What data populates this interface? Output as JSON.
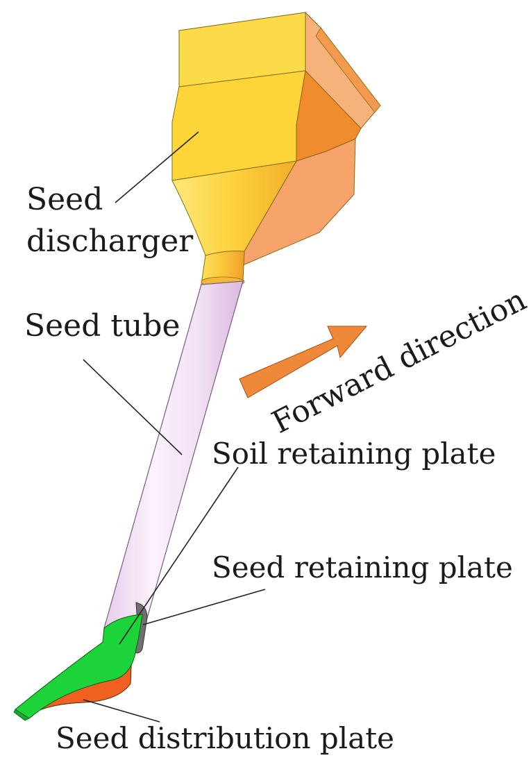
{
  "labels": {
    "seed_discharger_line1": "Seed",
    "seed_discharger_line2": "discharger",
    "seed_tube": "Seed tube",
    "forward_direction": "Forward direction",
    "soil_retaining_plate": "Soil retaining plate",
    "seed_retaining_plate": "Seed retaining plate",
    "seed_distribution_plate": "Seed distribution plate"
  },
  "colors": {
    "discharger_front": "#FCD93A",
    "discharger_side": "#F6A86A",
    "discharger_dark": "#F08C2E",
    "tube": "#F0DCF2",
    "arrow": "#F0883A",
    "soil_plate": "#1DD33A",
    "distribution_plate": "#F06020",
    "seed_plate": "#707070"
  }
}
